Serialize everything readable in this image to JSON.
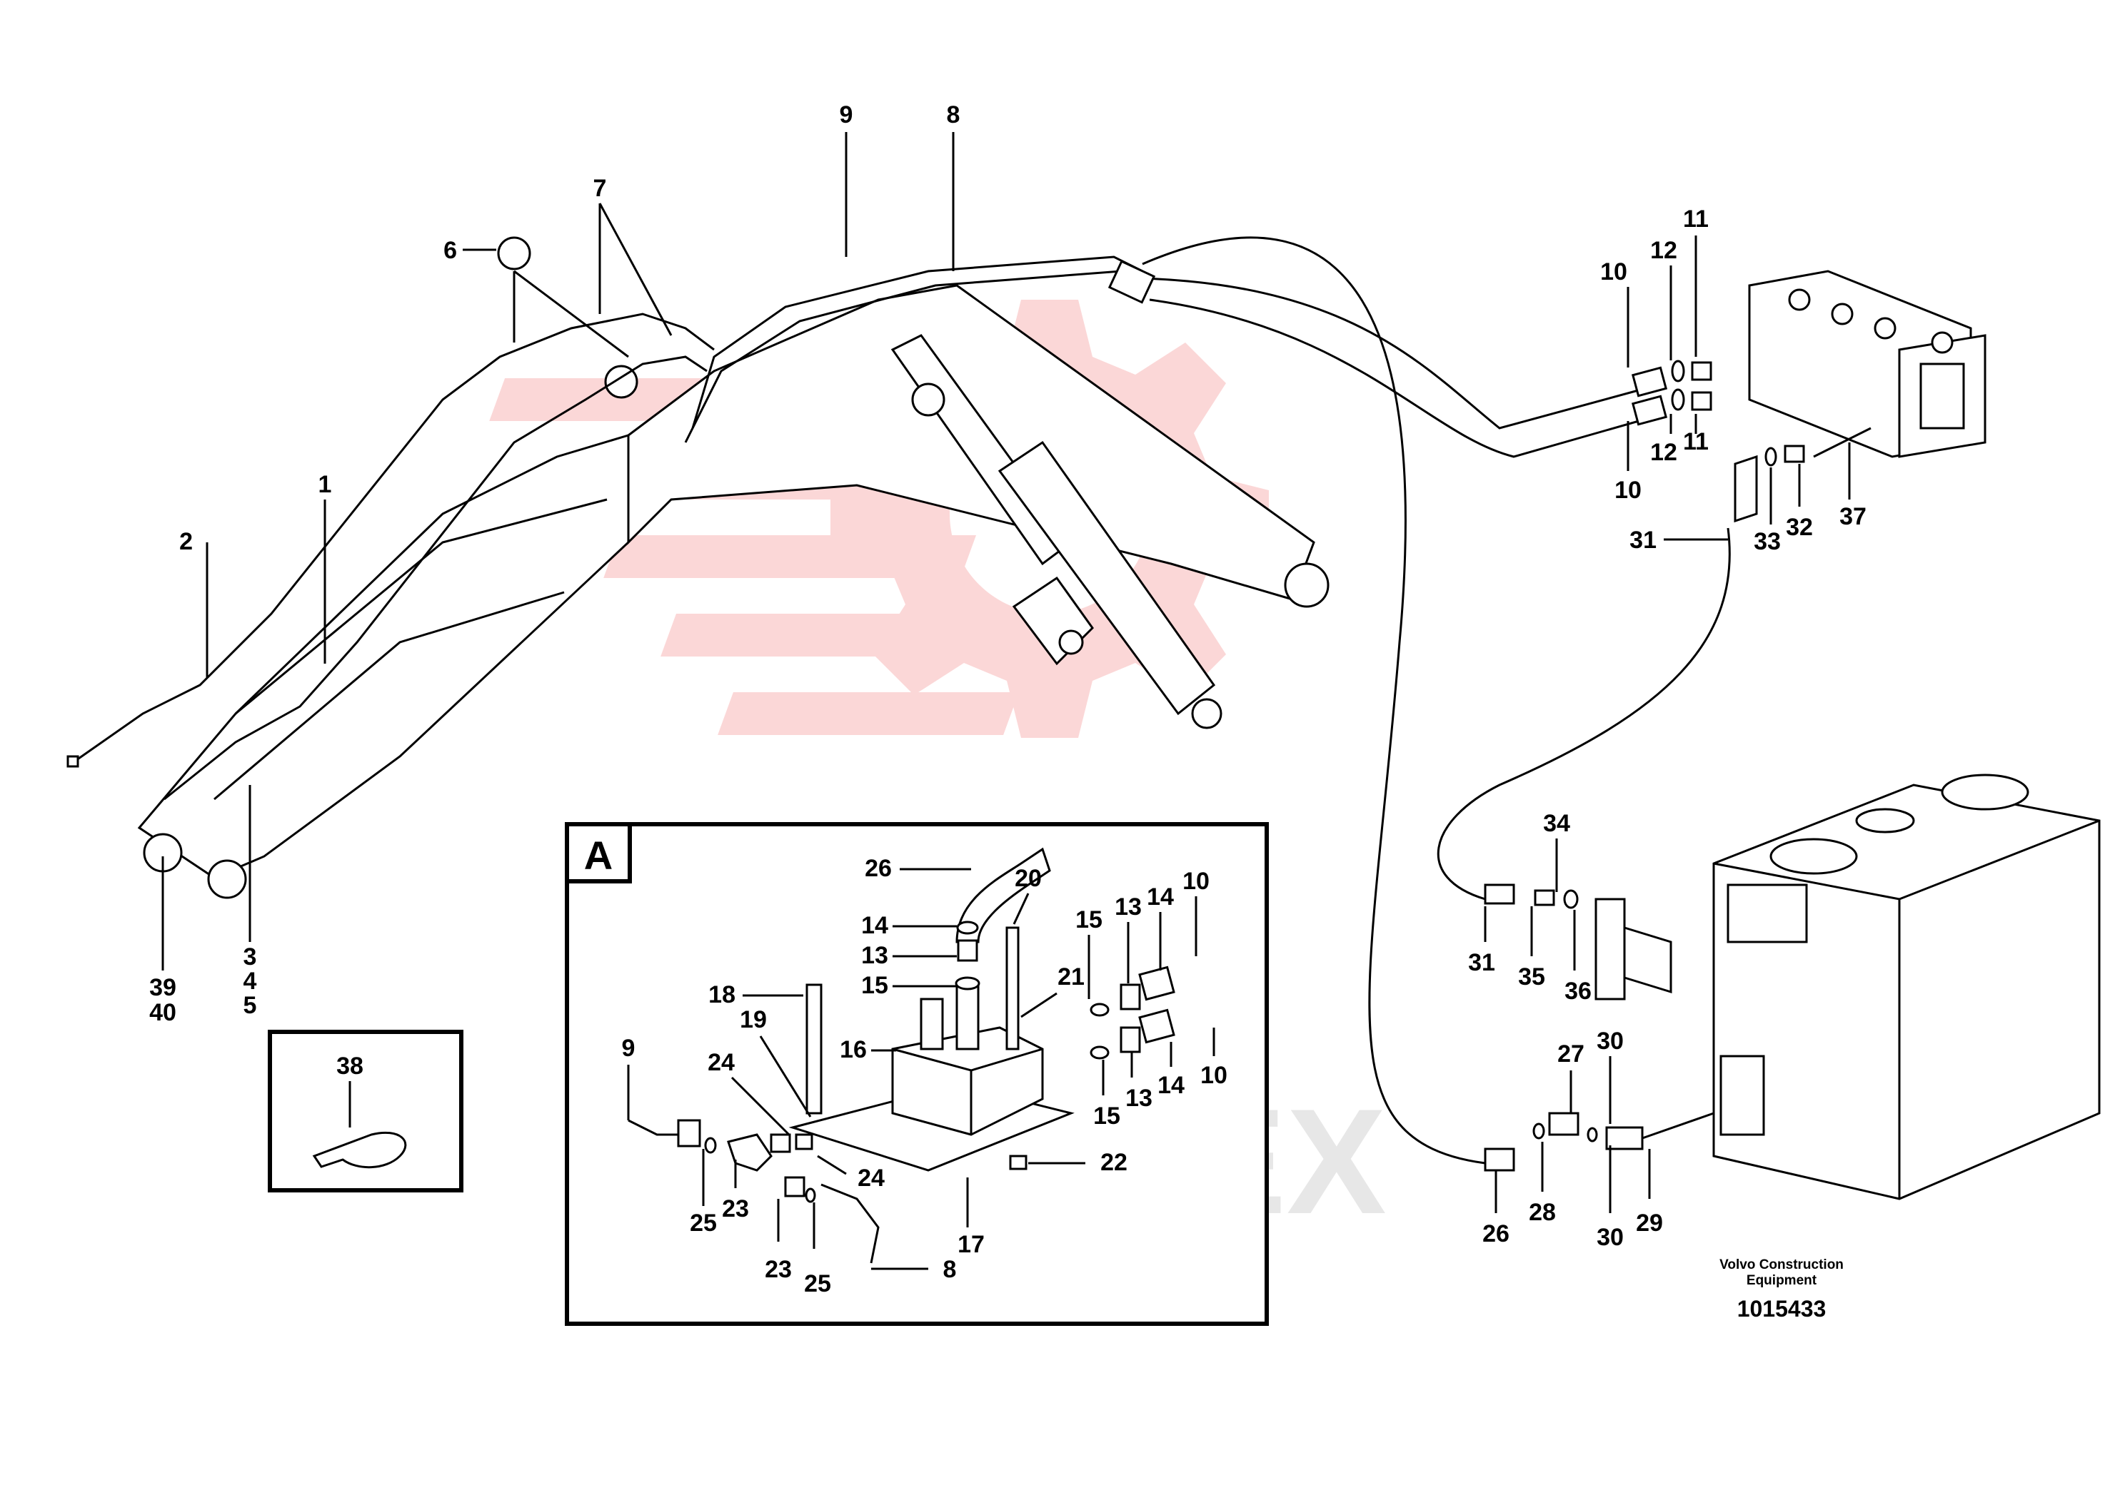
{
  "detail_view": {
    "letter": "A"
  },
  "caption": {
    "line1": "Volvo Construction",
    "line2": "Equipment",
    "number": "1015433"
  },
  "watermark": {
    "text": "AHTEX",
    "color": "#e60000"
  },
  "callouts": {
    "c1": "1",
    "c2": "2",
    "c3": "3",
    "c4": "4",
    "c5": "5",
    "c6": "6",
    "c7": "7",
    "c8": "8",
    "c9": "9",
    "c39": "39",
    "c40": "40",
    "c10a": "10",
    "c10b": "10",
    "c11a": "11",
    "c11b": "11",
    "c12a": "12",
    "c12b": "12",
    "c31a": "31",
    "c33": "33",
    "c32": "32",
    "c37": "37",
    "c34": "34",
    "c31b": "31",
    "c35": "35",
    "c36": "36",
    "c27": "27",
    "c30a": "30",
    "c26a": "26",
    "c28": "28",
    "c30b": "30",
    "c29": "29",
    "c38": "38",
    "a26": "26",
    "a20": "20",
    "a14a": "14",
    "a13a": "13",
    "a15a": "15",
    "a18": "18",
    "a19": "19",
    "a16": "16",
    "a9": "9",
    "a24a": "24",
    "a15b": "15",
    "a13b": "13",
    "a14b": "14",
    "a10a": "10",
    "a21": "21",
    "a15c": "15",
    "a13c": "13",
    "a14c": "14",
    "a10b": "10",
    "a22": "22",
    "a24b": "24",
    "a17": "17",
    "a8": "8",
    "a25a": "25",
    "a23a": "23",
    "a23b": "23",
    "a25b": "25"
  }
}
